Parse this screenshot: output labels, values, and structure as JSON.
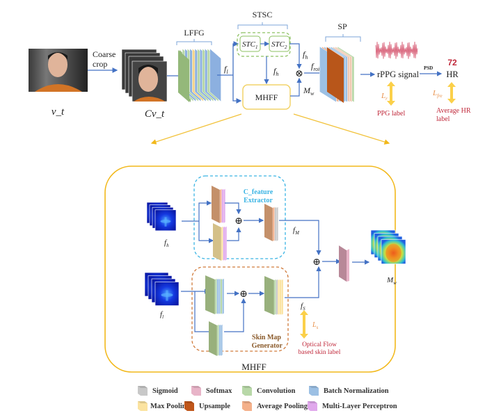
{
  "figure": {
    "top": {
      "input_label": "v_t",
      "coarse_crop_label_line1": "Coarse",
      "coarse_crop_label_line2": "crop",
      "cropped_label": "Cv_t",
      "lffg_label": "LFFG",
      "stsc_label": "STSC",
      "stc1_label": "STC",
      "stc1_sub": "1",
      "stc2_label": "STC",
      "stc2_sub": "2",
      "mhff_label": "MHFF",
      "sp_label": "SP",
      "f_l": "f",
      "f_l_sub": "l",
      "f_h_top": "f",
      "f_h_top_sub": "h",
      "f_h_mid": "f",
      "f_h_mid_sub": "h",
      "f_roi": "f",
      "f_roi_sub": "roi",
      "m_w": "M",
      "m_w_sub": "w",
      "multiply_symbol": "⊗",
      "rppg_label": "rPPG signal",
      "psd_label": "PSD",
      "hr_value": "72",
      "hr_label": "HR",
      "loss_r": "L",
      "loss_r_sub": "r",
      "ppg_label": "PPG label",
      "loss_fre": "L",
      "loss_fre_sub": "fre",
      "avg_hr_label_line1": "Average HR",
      "avg_hr_label_line2": "label"
    },
    "mhff_detail": {
      "title": "MHFF",
      "f_h": "f",
      "f_h_sub": "h",
      "f_l": "f",
      "f_l_sub": "l",
      "c_feature_line1": "C_feature",
      "c_feature_line2": "Extractor",
      "skin_map_line1": "Skin Map",
      "skin_map_line2": "Generator",
      "f_M": "f",
      "f_M_sub": "M",
      "f_S": "f",
      "f_S_sub": "S",
      "m_w": "M",
      "m_w_sub": "w",
      "loss_s": "L",
      "loss_s_sub": "s",
      "optical_flow_line1": "Optical Flow",
      "optical_flow_line2": "based skin label",
      "add_symbol": "⊕"
    },
    "legend": [
      {
        "label": "Sigmoid",
        "color": "#c8c8c8"
      },
      {
        "label": "Softmax",
        "color": "#e8b4c8"
      },
      {
        "label": "Convolution",
        "color": "#b8d8a8"
      },
      {
        "label": "Batch Normalization",
        "color": "#9cc0e4"
      },
      {
        "label": "Max Pooling",
        "color": "#fbe3a0"
      },
      {
        "label": "Upsample",
        "color": "#c0561a"
      },
      {
        "label": "Average Pooling",
        "color": "#f4b08a"
      },
      {
        "label": "Multi-Layer Perceptron",
        "color": "#e0a8ec"
      }
    ],
    "colors": {
      "arrow": "#4472c4",
      "mhff_border": "#f2b81a",
      "stsc_border": "#8cc060",
      "c_feature_border": "#3ab4e4",
      "skin_map_border": "#d07a3a",
      "label_red": "#c0283a",
      "loss_orange": "#e8904a",
      "loss_arrow": "#fbd04a"
    }
  }
}
